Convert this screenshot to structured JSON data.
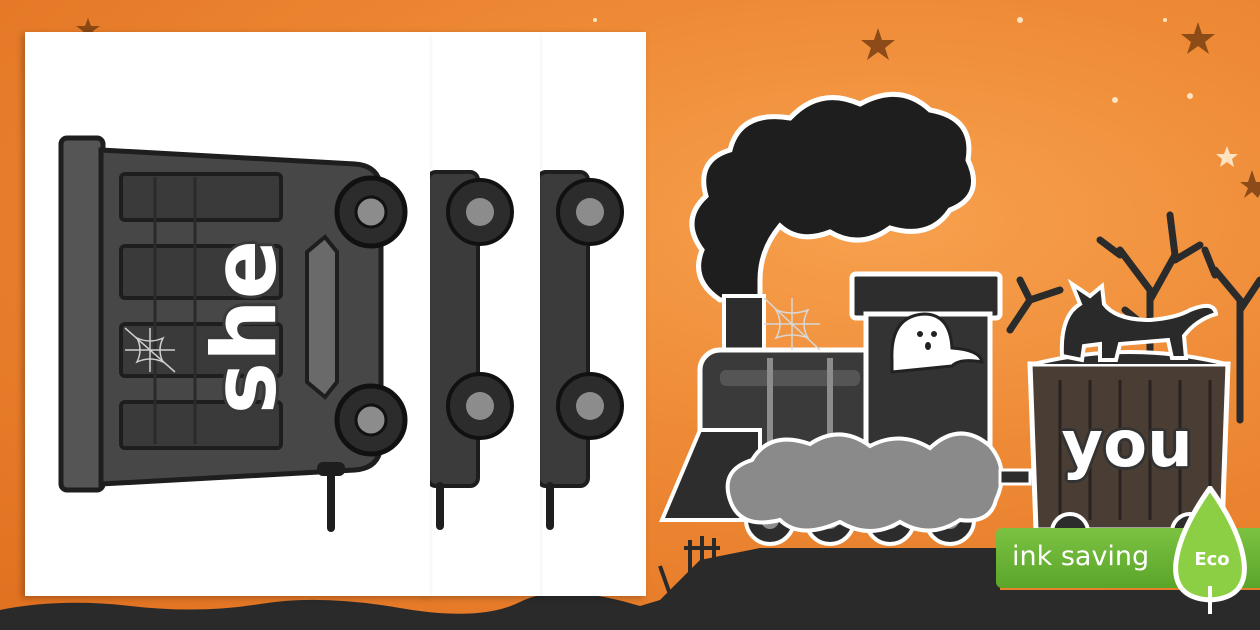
{
  "cards": {
    "front_word": "she"
  },
  "train": {
    "wagon_word": "you"
  },
  "eco_banner": {
    "label": "ink saving",
    "badge": "Eco"
  },
  "colors": {
    "background": "#ee8a36",
    "ground": "#2a2a2a",
    "train_body": "#3a3a3a",
    "smoke": "#1e1e1e",
    "steam": "#8a8a8a",
    "eco_green": "#6cb636"
  },
  "icons": [
    "star-icon",
    "ghost-icon",
    "cat-icon",
    "spiderweb-icon",
    "leaf-icon"
  ]
}
